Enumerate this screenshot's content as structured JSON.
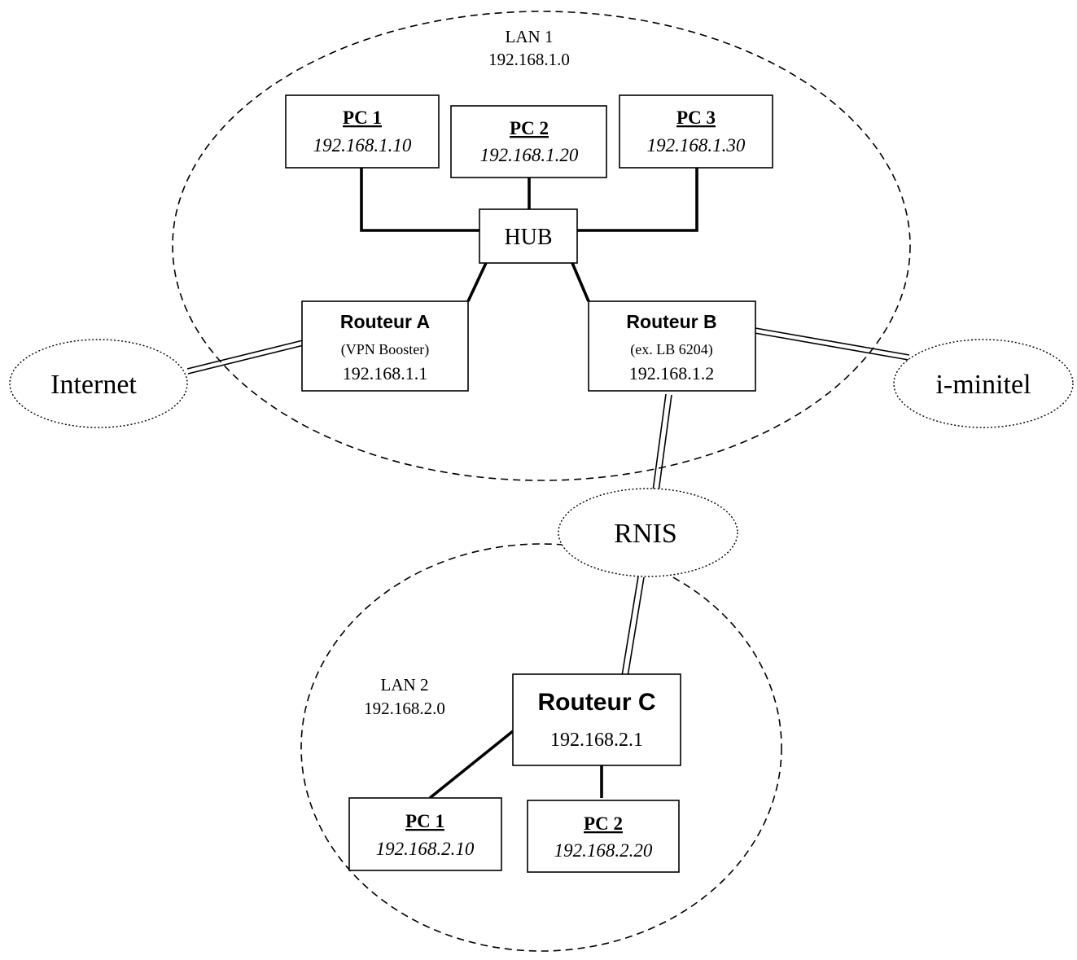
{
  "lan1": {
    "name": "LAN 1",
    "network": "192.168.1.0"
  },
  "lan2": {
    "name": "LAN 2",
    "network": "192.168.2.0"
  },
  "lan1_pcs": [
    {
      "name": "PC 1",
      "ip": "192.168.1.10"
    },
    {
      "name": "PC 2",
      "ip": "192.168.1.20"
    },
    {
      "name": "PC 3",
      "ip": "192.168.1.30"
    }
  ],
  "hub": {
    "label": "HUB"
  },
  "router_a": {
    "name": "Routeur A",
    "subtitle": "(VPN Booster)",
    "ip": "192.168.1.1"
  },
  "router_b": {
    "name": "Routeur B",
    "subtitle": "(ex. LB 6204)",
    "ip": "192.168.1.2"
  },
  "router_c": {
    "name": "Routeur C",
    "ip": "192.168.2.1"
  },
  "lan2_pcs": [
    {
      "name": "PC 1",
      "ip": "192.168.2.10"
    },
    {
      "name": "PC 2",
      "ip": "192.168.2.20"
    }
  ],
  "clouds": {
    "internet": "Internet",
    "iminitel": "i-minitel",
    "rnis": "RNIS"
  }
}
